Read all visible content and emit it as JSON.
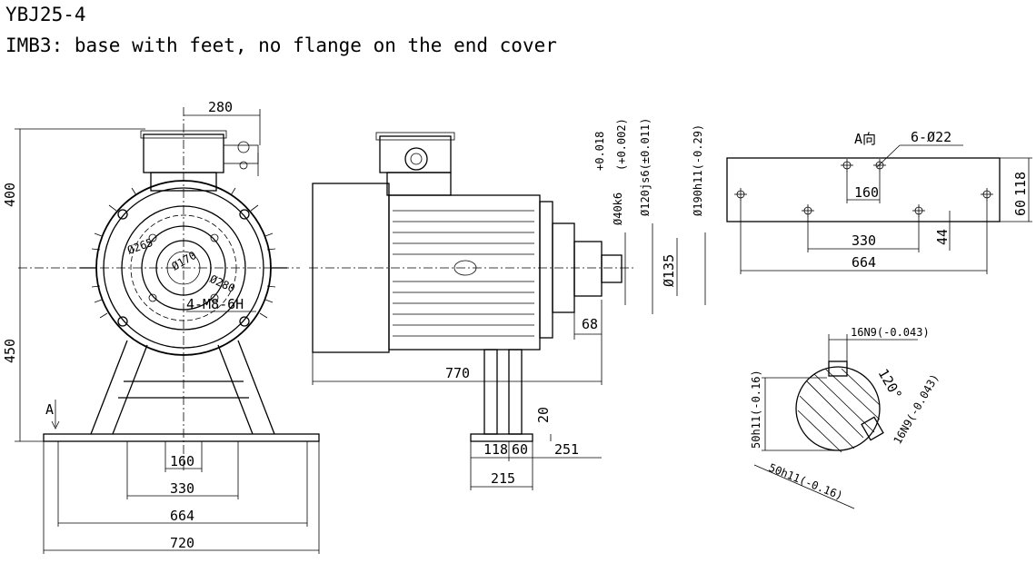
{
  "header": {
    "model": "YBJ25-4",
    "mounting": "IMB3: base with feet, no flange on the end cover"
  },
  "front_view": {
    "dims": {
      "d280": "280",
      "d400": "400",
      "d450": "450",
      "d160": "160",
      "d330": "330",
      "d664": "664",
      "d720": "720",
      "pcd265": "Ø265",
      "d170": "Ø170",
      "d280c": "Ø280",
      "bolts": "4-M8-6H"
    },
    "view_marker": "A"
  },
  "side_view": {
    "dims": {
      "shaft": "Ø40k6",
      "shaft_tol_hi": "+0.018",
      "shaft_tol_lo": "(+0.002)",
      "spigot": "Ø120js6(±0.011)",
      "flange": "Ø190h11(-0.29)",
      "d135": "Ø135",
      "d68": "68",
      "d770": "770",
      "d20": "20",
      "d118": "118",
      "d60": "60",
      "d251": "251",
      "d215": "215"
    }
  },
  "base_view": {
    "title": "A向",
    "holes": "6-Ø22",
    "dims": {
      "d160": "160",
      "d330": "330",
      "d664": "664",
      "d118": "118",
      "d60": "60",
      "d44": "44"
    }
  },
  "section_view": {
    "dims": {
      "key_top": "16N9(-0.043)",
      "key_side": "16N9(-0.043)",
      "angle": "120°",
      "h_left": "50h11(-0.16)",
      "h_bottom": "50h11(-0.16)"
    }
  }
}
